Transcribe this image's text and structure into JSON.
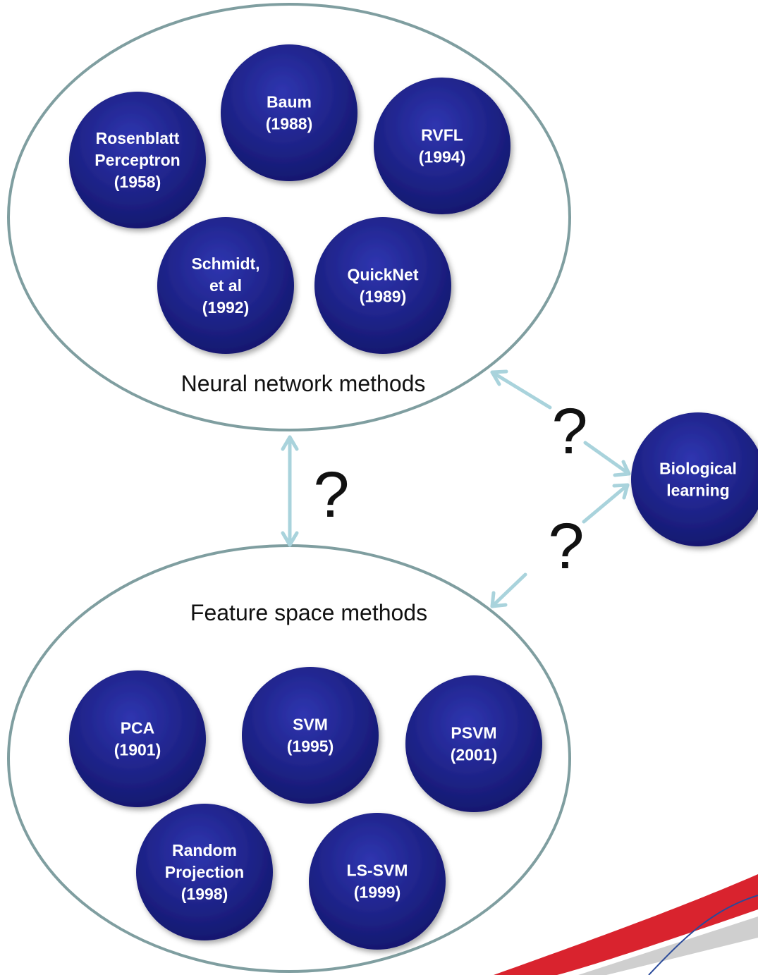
{
  "colors": {
    "node_fill": "#1a1f8c",
    "ellipse_stroke": "#7f9ea0",
    "arrow": "#a9d3dc",
    "stripe_red": "#d9232e",
    "stripe_gray": "#cfcfcf",
    "stripe_blue": "#2a4a9a"
  },
  "groups": {
    "neural": {
      "label": "Neural network methods",
      "nodes": [
        {
          "lines": [
            "Rosenblatt",
            "Perceptron",
            "(1958)"
          ]
        },
        {
          "lines": [
            "Baum",
            "(1988)"
          ]
        },
        {
          "lines": [
            "RVFL",
            "(1994)"
          ]
        },
        {
          "lines": [
            "Schmidt,",
            "et al",
            "(1992)"
          ]
        },
        {
          "lines": [
            "QuickNet",
            "(1989)"
          ]
        }
      ]
    },
    "feature": {
      "label": "Feature space methods",
      "nodes": [
        {
          "lines": [
            "PCA",
            "(1901)"
          ]
        },
        {
          "lines": [
            "SVM",
            "(1995)"
          ]
        },
        {
          "lines": [
            "PSVM",
            "(2001)"
          ]
        },
        {
          "lines": [
            "Random",
            "Projection",
            "(1998)"
          ]
        },
        {
          "lines": [
            "LS-SVM",
            "(1999)"
          ]
        }
      ]
    }
  },
  "biological": {
    "lines": [
      "Biological",
      "learning"
    ]
  },
  "question_marks": {
    "between_groups": "?",
    "neural_to_bio": "?",
    "feature_to_bio": "?"
  }
}
